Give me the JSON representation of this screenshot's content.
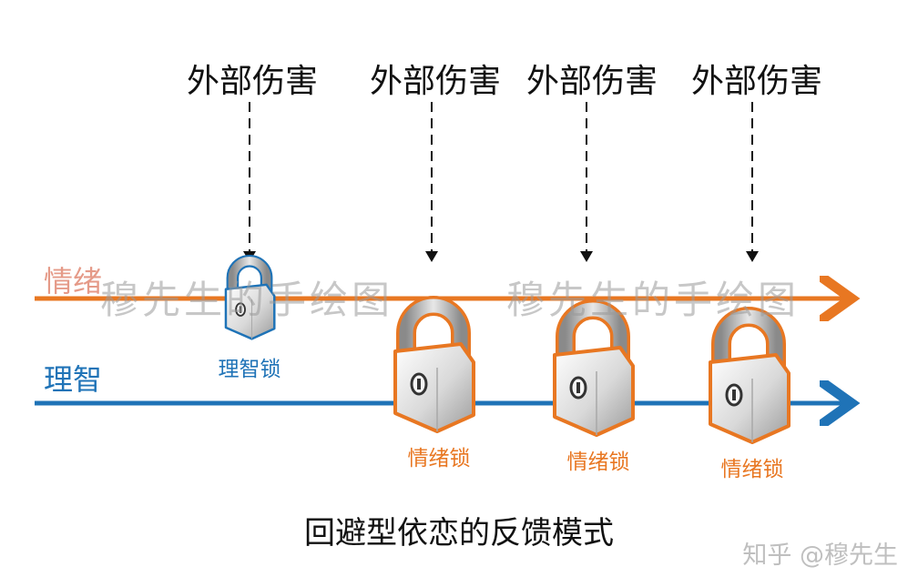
{
  "external_events": [
    {
      "label": "外部伤害"
    },
    {
      "label": "外部伤害"
    },
    {
      "label": "外部伤害"
    },
    {
      "label": "外部伤害"
    }
  ],
  "lines": {
    "emotion": {
      "label": "情绪",
      "color": "#e87722"
    },
    "reason": {
      "label": "理智",
      "color": "#1f73b7"
    }
  },
  "locks": [
    {
      "label": "理智锁",
      "type": "reason"
    },
    {
      "label": "情绪锁",
      "type": "emotion"
    },
    {
      "label": "情绪锁",
      "type": "emotion"
    },
    {
      "label": "情绪锁",
      "type": "emotion"
    }
  ],
  "watermarks": [
    "穆先生的手绘图",
    "穆先生的手绘图"
  ],
  "caption": "回避型依恋的反馈模式",
  "brand": "知乎 @穆先生",
  "colors": {
    "orange": "#e87722",
    "blue": "#1f73b7",
    "arrow": "#111111"
  }
}
